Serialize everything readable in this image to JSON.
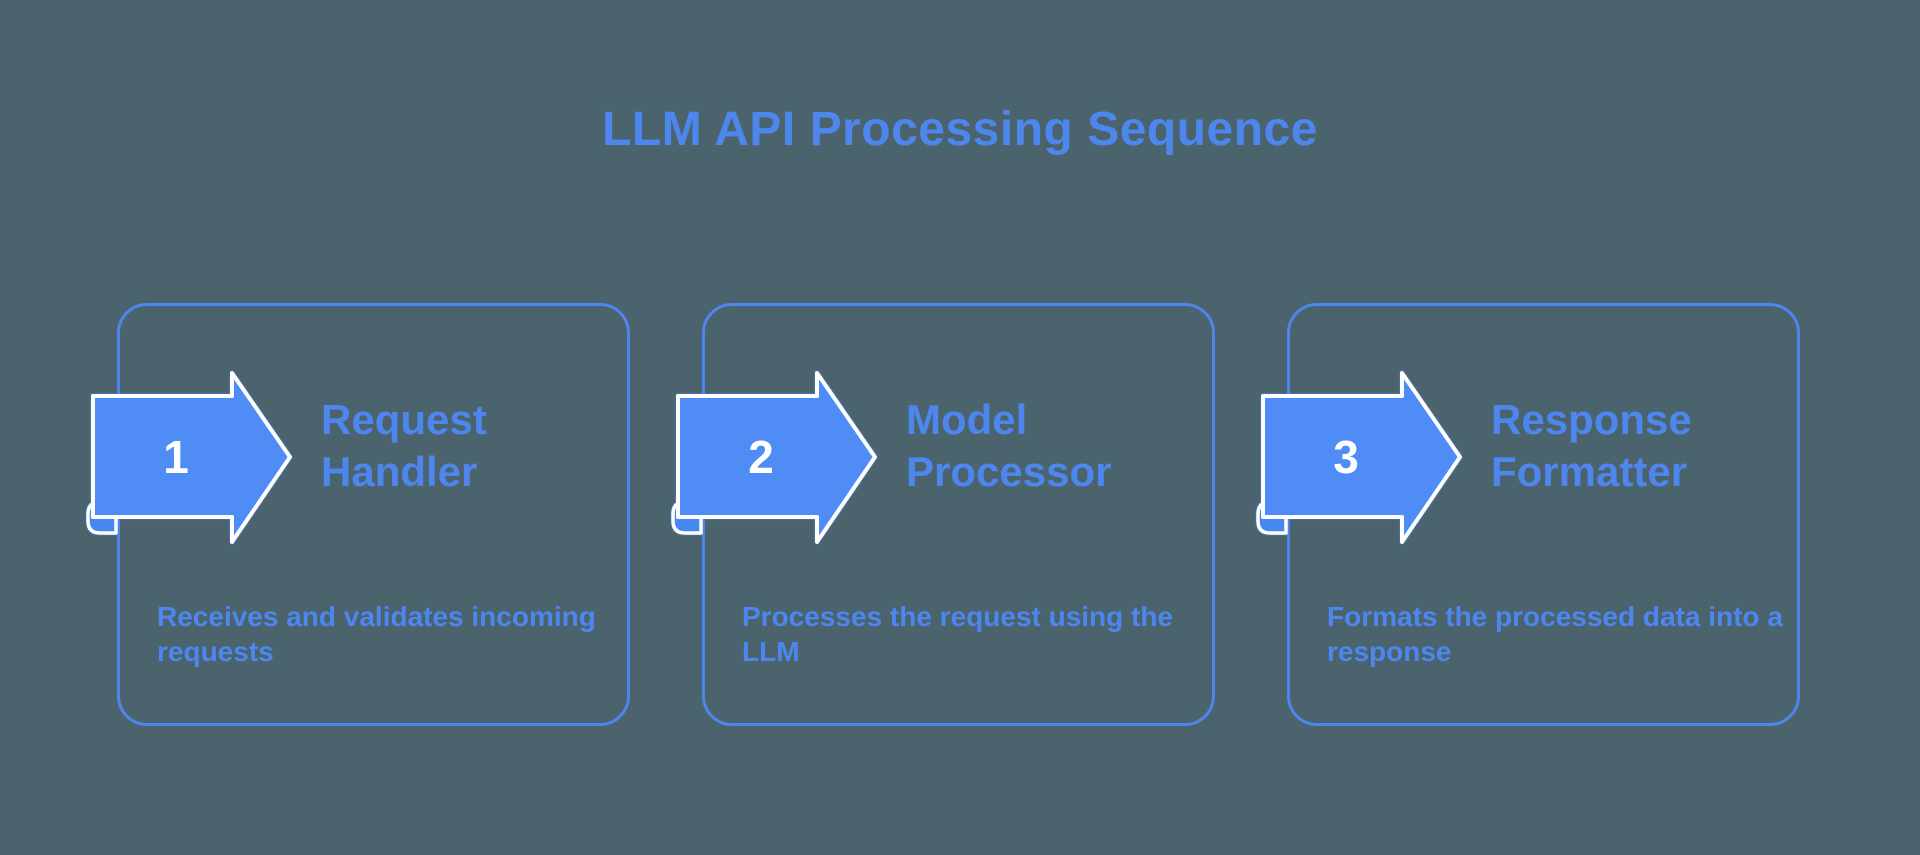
{
  "title": {
    "text": "LLM API Processing Sequence"
  },
  "steps": [
    {
      "number": "1",
      "title_lines": [
        "Request",
        "Handler"
      ],
      "title_full": "Request Handler",
      "desc_lines": [
        "Receives and validates incoming",
        "requests"
      ],
      "desc_full": "Receives and validates incoming requests"
    },
    {
      "number": "2",
      "title_lines": [
        "Model",
        "Processor"
      ],
      "title_full": "Model Processor",
      "desc_lines": [
        "Processes the request using the",
        "LLM"
      ],
      "desc_full": "Processes the request using the LLM"
    },
    {
      "number": "3",
      "title_lines": [
        "Response",
        "Formatter"
      ],
      "title_full": "Response Formatter",
      "desc_lines": [
        "Formats the processed data into a",
        "response"
      ],
      "desc_full": "Formats the processed data into a response"
    }
  ],
  "colors": {
    "background": "#4b636d",
    "accent_blue": "#4d86ec",
    "arrow_fill": "#4f8cf6",
    "arrow_number_text": "#ffffff",
    "title_text": "#4d87ee"
  }
}
